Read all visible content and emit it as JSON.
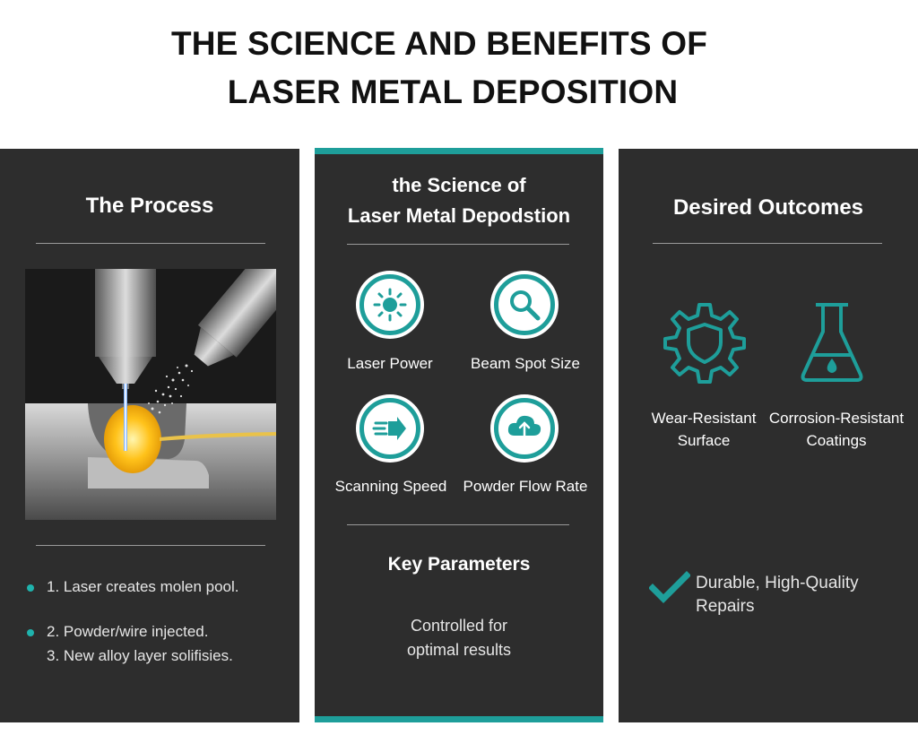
{
  "title": {
    "line1": "THE SCIENCE AND BENEFITS OF",
    "line2": "LASER METAL DEPOSITION"
  },
  "process": {
    "title": "The Process",
    "steps": [
      "1. Laser creates molen pool.",
      "2. Powder/wire injected.",
      "3. New alloy layer solifisies."
    ]
  },
  "science": {
    "title_line1": "the Science of",
    "title_line2": "Laser Metal Depodstion",
    "params": [
      {
        "label": "Laser Power",
        "icon": "sun-icon"
      },
      {
        "label": "Beam Spot Size",
        "icon": "magnifier-icon"
      },
      {
        "label": "Scanning Speed",
        "icon": "speed-arrow-icon"
      },
      {
        "label": "Powder Flow Rate",
        "icon": "cloud-flow-icon"
      }
    ],
    "key_title": "Key Parameters",
    "key_text_line1": "Controlled for",
    "key_text_line2": "optimal results"
  },
  "outcomes": {
    "title": "Desired Outcomes",
    "items": [
      {
        "line1": "Wear-Resistant",
        "line2": "Surface",
        "icon": "gear-shield-icon"
      },
      {
        "line1": "Corrosion-Resistant",
        "line2": "Coatings",
        "icon": "flask-icon"
      }
    ],
    "repair_line1": "Durable, High-Quality",
    "repair_line2": "Repairs"
  },
  "colors": {
    "accent": "#1e9e9a",
    "panel": "#2d2d2d"
  }
}
